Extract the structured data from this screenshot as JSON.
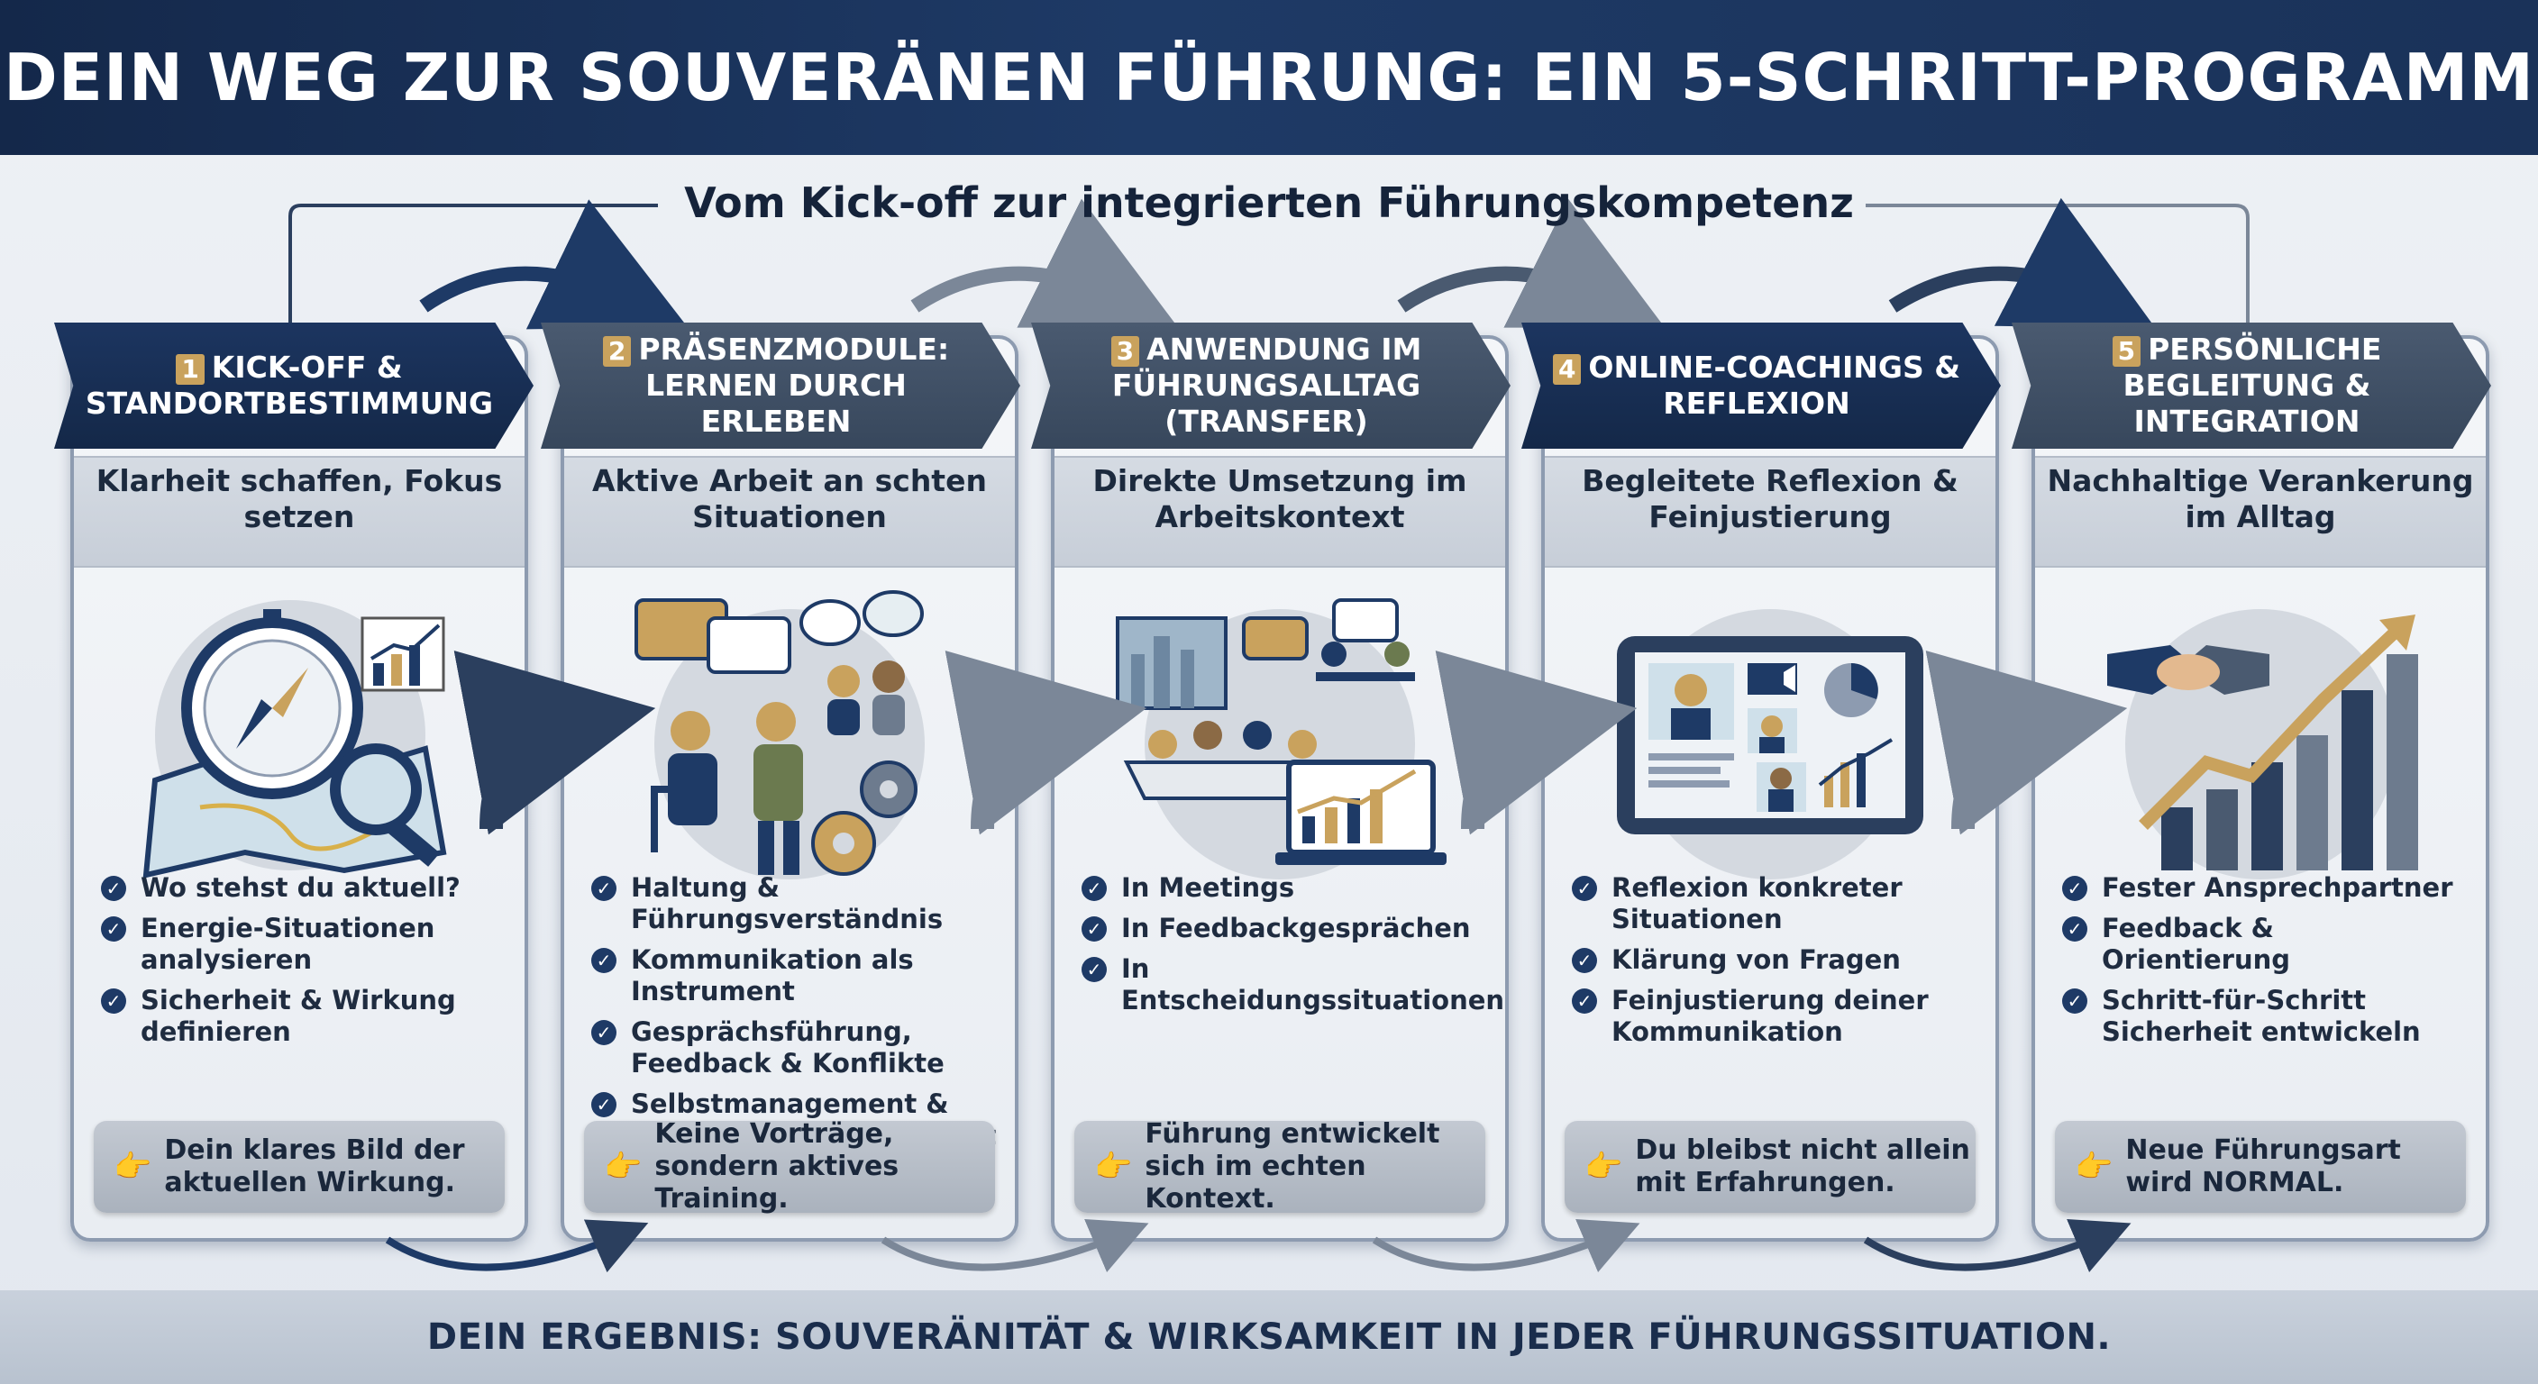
{
  "title": "DEIN WEG ZUR SOUVERÄNEN FÜHRUNG: EIN 5-SCHRITT-PROGRAMM",
  "subtitle": "Vom Kick-off zur integrierten Führungskompetenz",
  "steps": [
    {
      "number": "1",
      "title": "KICK-OFF & STANDORTBESTIMMUNG",
      "tagline": "Klarheit schaffen, Fokus setzen",
      "illustration": "compass-map-magnifier-chart-icon",
      "bullets": [
        "Wo stehst du aktuell?",
        "Energie-Situationen analysieren",
        "Sicherheit & Wirkung definieren"
      ],
      "callout": "Dein klares Bild der aktuellen Wirkung."
    },
    {
      "number": "2",
      "title": "PRÄSENZMODULE: LERNEN DURCH ERLEBEN",
      "tagline": "Aktive Arbeit an schten Situationen",
      "illustration": "people-discussion-gears-icon",
      "bullets": [
        "Haltung & Führungsverständnis",
        "Kommunikation als Instrument",
        "Gesprächsführung, Feedback & Konflikte",
        "Selbstmanagement & emotionale Souveränität"
      ],
      "callout": "Keine Vorträge, sondern aktives Training."
    },
    {
      "number": "3",
      "title": "ANWENDUNG IM FÜHRUNGSALLTAG (TRANSFER)",
      "tagline": "Direkte Umsetzung im Arbeitskontext",
      "illustration": "office-meeting-laptop-icon",
      "bullets": [
        "In Meetings",
        "In Feedbackgesprächen",
        "In Entscheidungssituationen"
      ],
      "callout": "Führung entwickelt sich im echten Kontext."
    },
    {
      "number": "4",
      "title": "ONLINE-COACHINGS & REFLEXION",
      "tagline": "Begleitete Reflexion & Feinjustierung",
      "illustration": "tablet-video-call-icon",
      "bullets": [
        "Reflexion konkreter Situationen",
        "Klärung von Fragen",
        "Feinjustierung deiner Kommunikation"
      ],
      "callout": "Du bleibst nicht allein mit Erfahrungen."
    },
    {
      "number": "5",
      "title": "PERSÖNLICHE BEGLEITUNG & INTEGRATION",
      "tagline": "Nachhaltige Verankerung im Alltag",
      "illustration": "handshake-growth-chart-icon",
      "bullets": [
        "Fester Ansprechpartner",
        "Feedback & Orientierung",
        "Schritt-für-Schritt Sicherheit entwickeln"
      ],
      "callout": "Neue Führungsart wird NORMAL."
    }
  ],
  "footer": "DEIN ERGEBNIS: SOUVERÄNITÄT & WIRKSAMKEIT IN JEDER FÜHRUNGSSITUATION.",
  "colors": {
    "navy": "#1e3a66",
    "slate": "#4a5a70",
    "gold": "#c9a25d",
    "background": "#e9edf2"
  }
}
